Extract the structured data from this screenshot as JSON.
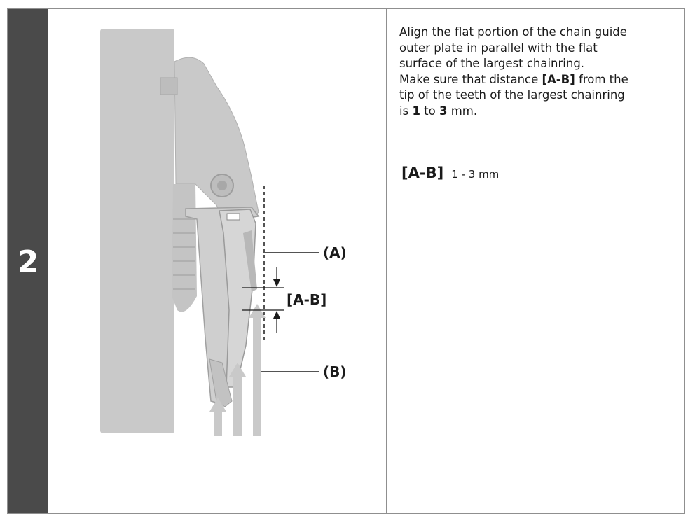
{
  "step": {
    "number": "2"
  },
  "figure": {
    "callout_a": "(A)",
    "callout_ab": "[A-B]",
    "callout_b": "(B)",
    "colors": {
      "part_fill": "#c9c9c9",
      "part_dark": "#a8a8a8",
      "leader": "#1a1a1a",
      "step_bar": "#4a4a4a"
    }
  },
  "instructions": {
    "line1": "Align the flat portion of the chain guide",
    "line2": "outer plate in parallel with the flat",
    "line3": "surface of the largest chainring.",
    "line4_pre": "Make sure that distance ",
    "line4_bold": "[A-B]",
    "line4_post": " from the",
    "line5": "tip of the teeth of the largest chainring",
    "line6_pre": "is ",
    "line6_bold_1": "1",
    "line6_mid": " to ",
    "line6_bold_2": "3",
    "line6_post": " mm."
  },
  "spec": {
    "label": "[A-B]",
    "value": "1 - 3 mm"
  }
}
